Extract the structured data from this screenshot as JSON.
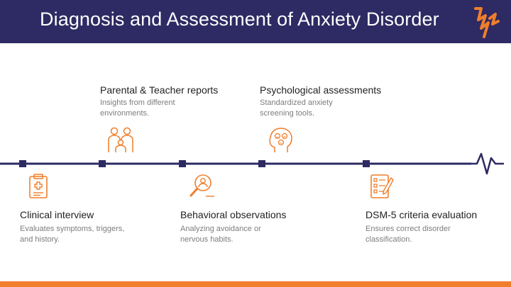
{
  "header": {
    "title": "Diagnosis and Assessment of Anxiety Disorder",
    "logo_icon": "lightning-bolt-icon"
  },
  "colors": {
    "header_bg": "#2e2a63",
    "timeline": "#2e2a63",
    "accent": "#f07e2b",
    "title_text": "#222222",
    "desc_text": "#7d7d7d"
  },
  "steps": [
    {
      "title": "Clinical interview",
      "desc": "Evaluates symptoms, triggers,\nand history.",
      "icon": "clipboard-medical-icon"
    },
    {
      "title": "Parental & Teacher reports",
      "desc": "Insights from different\nenvironments.",
      "icon": "family-group-icon"
    },
    {
      "title": "Behavioral observations",
      "desc": "Analyzing avoidance or\nnervous habits.",
      "icon": "magnifier-user-icon"
    },
    {
      "title": "Psychological assessments",
      "desc": "Standardized anxiety\nscreening tools.",
      "icon": "head-emotions-icon"
    },
    {
      "title": "DSM-5 criteria evaluation",
      "desc": "Ensures correct disorder\nclassification.",
      "icon": "checklist-pencil-icon"
    }
  ]
}
